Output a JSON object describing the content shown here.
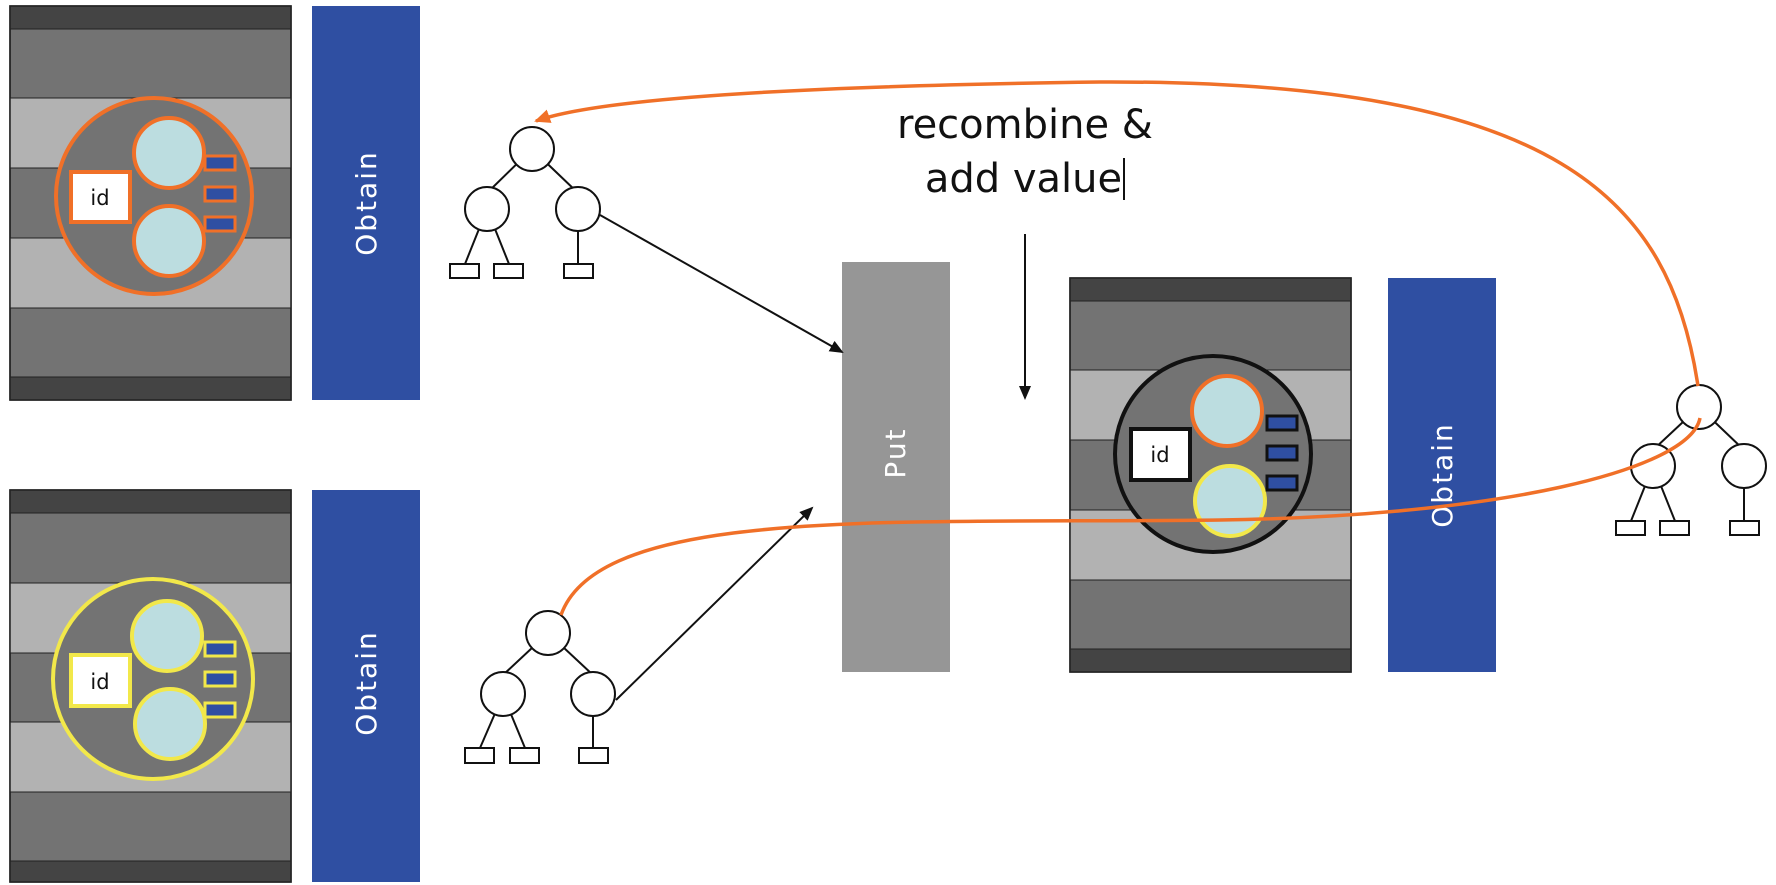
{
  "labels": {
    "obtain_top": "Obtain",
    "obtain_bottom": "Obtain",
    "obtain_right": "Obtain",
    "put": "Put",
    "note_line1": "recombine &",
    "note_line2": "add value",
    "id_top": "id",
    "id_bottom": "id",
    "id_right": "id"
  },
  "colors": {
    "obtain_blue": "#2f4fa2",
    "put_gray": "#969696",
    "orange": "#f07028",
    "yellow": "#f2e84a",
    "light_blue": "#bcdde0",
    "dark_band": "#444444",
    "mid_band": "#737373",
    "light_band": "#b2b2b2"
  }
}
